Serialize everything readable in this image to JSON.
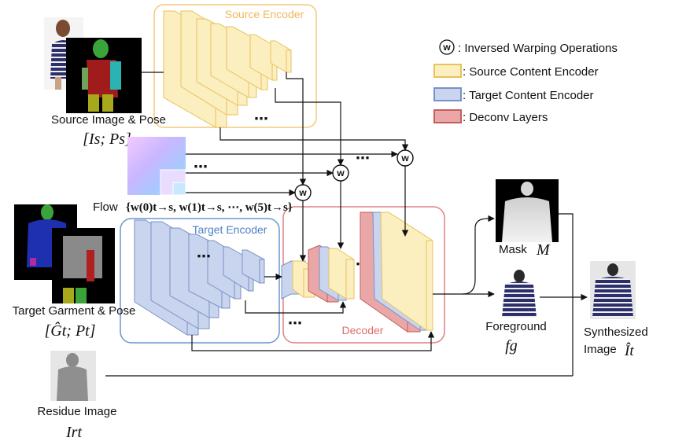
{
  "encoders": {
    "source_title": "Source Encoder",
    "target_title": "Target Encoder",
    "decoder_title": "Decoder"
  },
  "inputs": {
    "source_label": "Source Image & Pose",
    "source_math": "[Is; Ps]",
    "flow_label": "Flow",
    "flow_math": "{w(0)t→s, w(1)t→s, ⋯, w(5)t→s}",
    "target_label": "Target Garment & Pose",
    "target_math": "[Ĝt; Pt]",
    "residue_label": "Residue Image",
    "residue_math": "Irt"
  },
  "outputs": {
    "mask_label": "Mask",
    "mask_math": "M",
    "foreground_label": "Foreground",
    "foreground_math": "fg",
    "synth_label_1": "Synthesized",
    "synth_label_2": "Image",
    "synth_math": "Ît"
  },
  "warp_symbol": "w",
  "ellipsis": "⋯",
  "legend": {
    "warp": ": Inversed Warping Operations",
    "source": ": Source Content Encoder",
    "target": ": Target Content Encoder",
    "deconv": ": Deconv Layers"
  },
  "colors": {
    "source_fill": "#fbefbf",
    "source_stroke": "#e8c25c",
    "target_fill": "#c9d5ee",
    "target_stroke": "#7a91c4",
    "deconv_fill": "#e9a7a7",
    "deconv_stroke": "#c95b5b",
    "source_box": "#f5c97a",
    "target_box": "#6b95cf",
    "decoder_box": "#e08080"
  }
}
